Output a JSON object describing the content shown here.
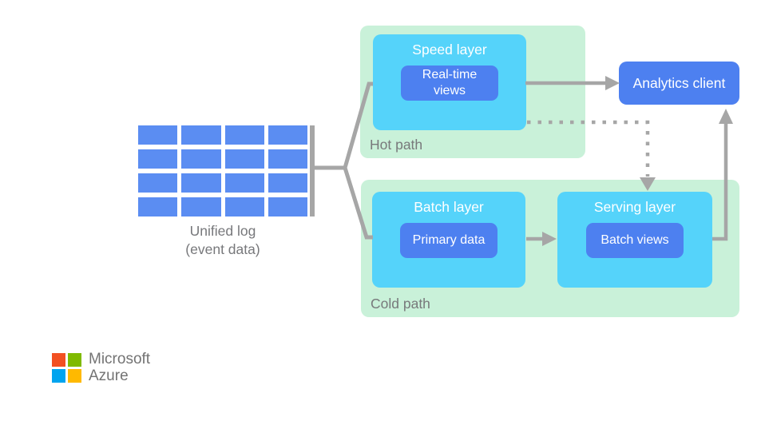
{
  "diagram": {
    "title_implied": "Lambda architecture data flow",
    "hot_path": {
      "label": "Hot path"
    },
    "cold_path": {
      "label": "Cold path"
    },
    "speed_layer": {
      "title": "Speed layer",
      "lines": [
        "Real-time",
        "views"
      ]
    },
    "batch_layer": {
      "title": "Batch layer",
      "lines": [
        "Primary data"
      ]
    },
    "serving_layer": {
      "title": "Serving layer",
      "lines": [
        "Batch views"
      ]
    },
    "analytics_client": {
      "label": "Analytics client"
    },
    "unified_log": {
      "label_line1": "Unified log",
      "label_line2": "(event data)",
      "grid_rows": 4,
      "grid_cols": 4
    },
    "connectors": [
      "unified-log forks to speed-layer and batch-layer",
      "speed-layer to analytics-client (solid arrow)",
      "speed-layer to serving-layer (dotted arrow)",
      "batch-layer to serving-layer (solid arrow)",
      "serving-layer to analytics-client (solid elbow arrow up)"
    ],
    "logo": {
      "line1": "Microsoft",
      "line2": "Azure"
    }
  },
  "colors": {
    "path_group_green": "#c9f1d9",
    "layer_cyan": "#55d3fa",
    "node_blue": "#4d80f0",
    "grid_cell_blue": "#5b8df2",
    "connector_gray": "#a6a6a6",
    "label_gray": "#78797b",
    "logo_text_gray": "#737373",
    "ms_red": "#f25022",
    "ms_green": "#7fba00",
    "ms_blue": "#00a4ef",
    "ms_yellow": "#ffb900",
    "box_text_white": "#ffffff"
  }
}
